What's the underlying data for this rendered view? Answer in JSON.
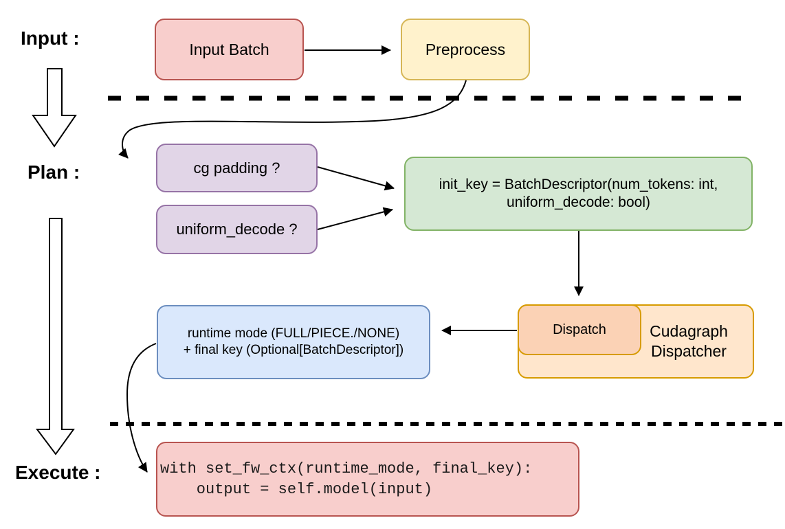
{
  "labels": {
    "input": "Input :",
    "plan": "Plan :",
    "execute": "Execute :"
  },
  "nodes": {
    "input_batch": {
      "label": "Input Batch",
      "fill": "#F8CECC",
      "stroke": "#B85450"
    },
    "preprocess": {
      "label": "Preprocess",
      "fill": "#FFF2CC",
      "stroke": "#D6B656"
    },
    "cg_padding": {
      "label": "cg padding ?",
      "fill": "#E1D5E7",
      "stroke": "#9673A6"
    },
    "uniform_decode": {
      "label": "uniform_decode ?",
      "fill": "#E1D5E7",
      "stroke": "#9673A6"
    },
    "init_key": {
      "line1": "init_key = BatchDescriptor(num_tokens: int,",
      "line2": "uniform_decode: bool)",
      "fill": "#D5E8D4",
      "stroke": "#82B366"
    },
    "runtime_result": {
      "line1": "runtime mode (FULL/PIECE./NONE)",
      "line2": "+ final key (Optional[BatchDescriptor])",
      "fill": "#DAE8FC",
      "stroke": "#6C8EBF"
    },
    "dispatch": {
      "label": "Dispatch",
      "fill": "#FBD2B5",
      "stroke": "#D79B00"
    },
    "cudagraph_dispatcher": {
      "label": "Cudagraph Dispatcher",
      "fill": "#FFE6CC",
      "stroke": "#D79B00"
    },
    "execute_code": {
      "line1": "with set_fw_ctx(runtime_mode, final_key):",
      "line2": "    output = self.model(input)",
      "fill": "#F8CECC",
      "stroke": "#B85450"
    }
  },
  "separators": {
    "style": "dashed",
    "color": "#000000"
  }
}
